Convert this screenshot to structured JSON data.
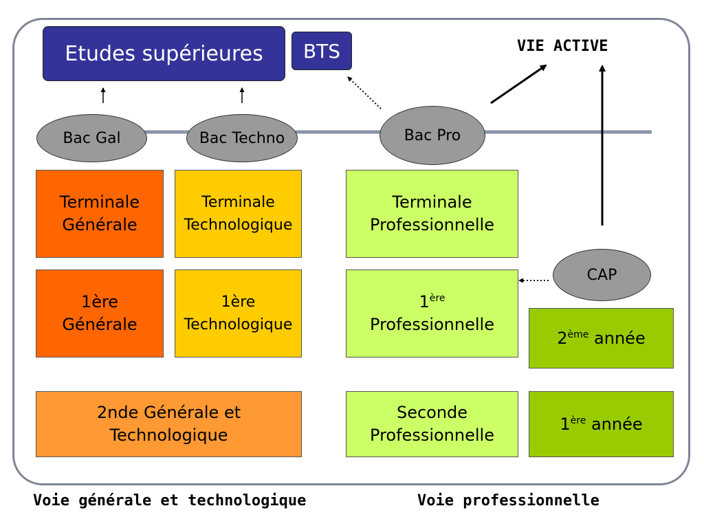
{
  "top": {
    "etudes": "Etudes supérieures",
    "bts": "BTS",
    "vie_active": "VIE ACTIVE"
  },
  "bacs": {
    "gal": "Bac Gal",
    "techno": "Bac Techno",
    "pro": "Bac Pro",
    "cap": "CAP"
  },
  "general": {
    "terminale_l1": "Terminale",
    "terminale_l2": "Générale",
    "premiere_l1": "1ère",
    "premiere_l2": "Générale",
    "seconde_l1": "2nde Générale et",
    "seconde_l2": "Technologique"
  },
  "techno": {
    "terminale_l1": "Terminale",
    "terminale_l2": "Technologique",
    "premiere_l1": "1ère",
    "premiere_l2": "Technologique"
  },
  "pro": {
    "terminale_l1": "Terminale",
    "terminale_l2": "Professionnelle",
    "premiere_num": "1",
    "premiere_sup": "ère",
    "premiere_l2": "Professionnelle",
    "seconde_l1": "Seconde",
    "seconde_l2": "Professionnelle"
  },
  "cap_years": {
    "second_num": "2",
    "second_sup": "ème",
    "second_word": " année",
    "first_num": "1",
    "first_sup": "ère",
    "first_word": " année"
  },
  "footer": {
    "left": "Voie générale et technologique",
    "right": "Voie professionnelle"
  },
  "colors": {
    "navy": "#333399",
    "orange_dark": "#ff6600",
    "yellow": "#ffcc00",
    "orange_light": "#ff9933",
    "green_light": "#ccff66",
    "green_dark": "#99cc00",
    "oval_gray": "#9a9a9a",
    "frame": "#7e8596",
    "timeline": "#8a93a6"
  }
}
